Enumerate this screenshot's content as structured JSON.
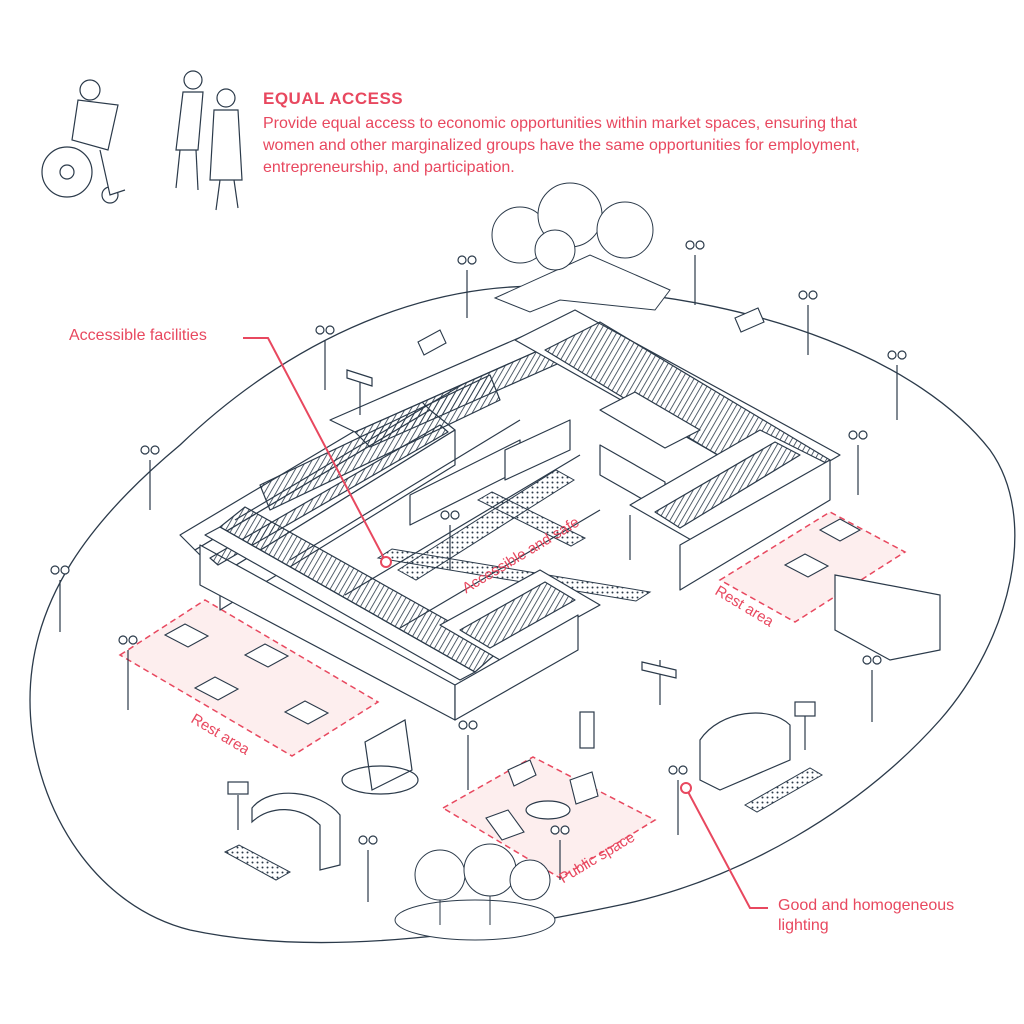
{
  "heading": {
    "title": "EQUAL ACCESS",
    "description": "Provide equal access to economic opportunities within market spaces, ensuring that women and other marginalized groups have the same opportunities for employment, entrepreneurship, and participation."
  },
  "callouts": {
    "accessible_facilities": "Accessible facilities",
    "good_lighting_line1": "Good and homogeneous",
    "good_lighting_line2": "lighting"
  },
  "zones": {
    "accessible_safe": "Accessible and safe",
    "rest_area_right": "Rest area",
    "rest_area_left": "Rest area",
    "public_space": "Public space"
  },
  "colors": {
    "accent": "#e8485f",
    "line": "#2b3a4a",
    "zone_fill": "#fdeeee"
  }
}
